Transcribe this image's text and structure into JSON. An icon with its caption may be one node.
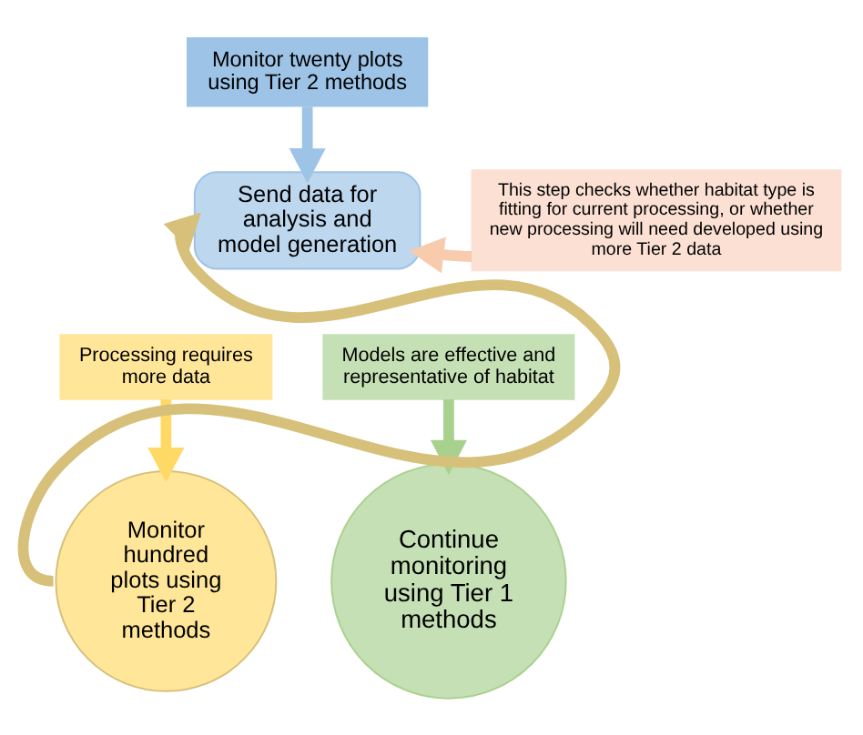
{
  "diagram": {
    "nodes": [
      {
        "text": [
          "Monitor twenty plots using Tier 2 methods"
        ]
      },
      {
        "text": [
          "This step checks whether habitat type is fitting for current processing, or whether new processing will need developed using more Tier 2 data"
        ]
      },
      {
        "text": [
          "Send data for analysis and model generation"
        ]
      },
      {
        "text": [
          "Processing requires more data"
        ]
      },
      {
        "text": [
          "Models are effective and representative of habitat"
        ]
      },
      {
        "text": [
          "Monitor hundred plots using Tier 2 methods"
        ]
      },
      {
        "text": [
          "Continue monitoring using Tier 1 methods"
        ]
      }
    ],
    "edges": [
      {
        "from": 0,
        "to": 2,
        "arrow": "to",
        "color": "#9dc3e6"
      },
      {
        "from": 1,
        "to": 2,
        "arrow": "to",
        "color": "#f8cbad"
      },
      {
        "from": 3,
        "to": 5,
        "arrow": "to",
        "color": "#ffd966"
      },
      {
        "from": 4,
        "to": 6,
        "arrow": "to",
        "color": "#a9d18e"
      },
      {
        "from": 5,
        "to": 2,
        "arrow": "to",
        "color": "#d6c07a"
      }
    ]
  }
}
